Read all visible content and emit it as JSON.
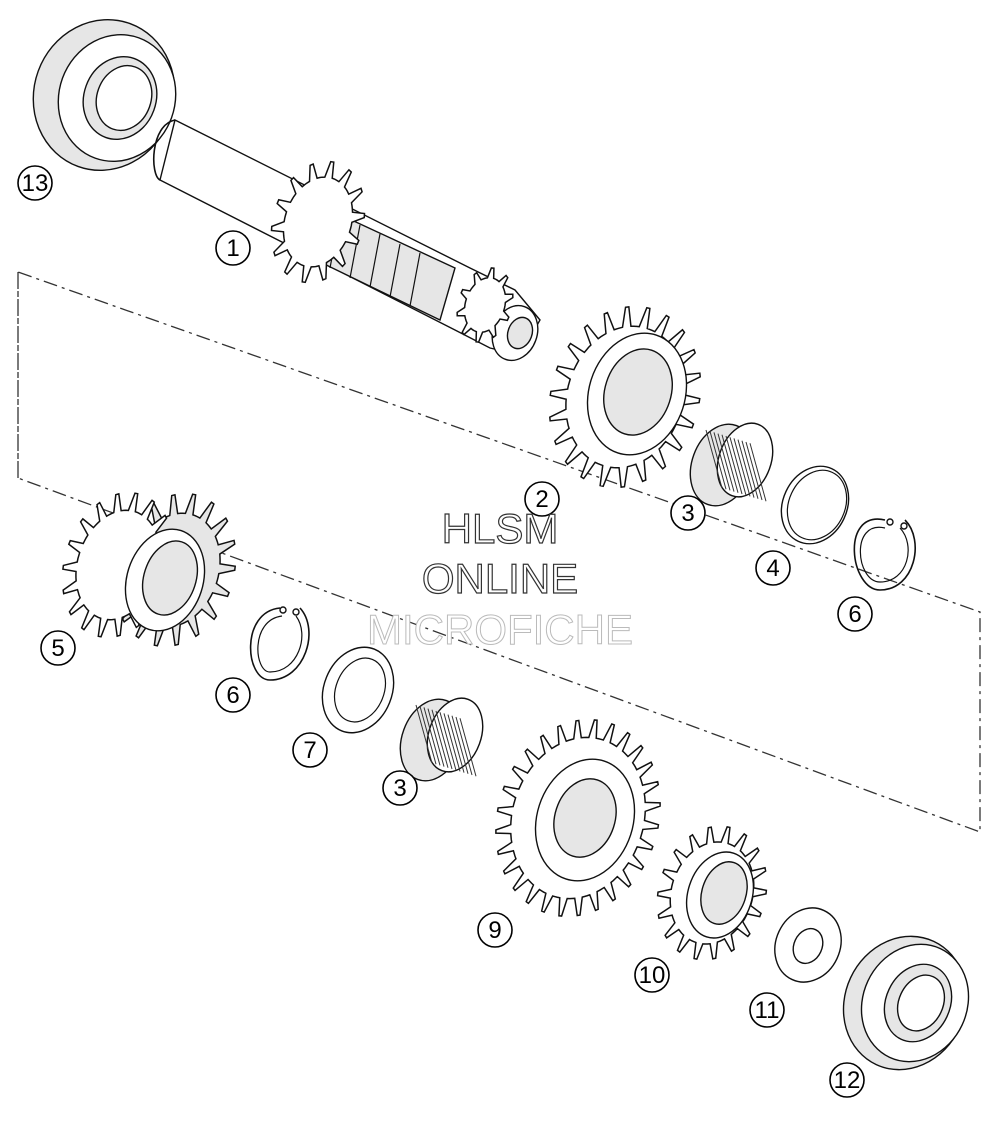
{
  "callouts": [
    {
      "id": "c1",
      "label": "1"
    },
    {
      "id": "c2",
      "label": "2"
    },
    {
      "id": "c3a",
      "label": "3"
    },
    {
      "id": "c3b",
      "label": "3"
    },
    {
      "id": "c4",
      "label": "4"
    },
    {
      "id": "c5",
      "label": "5"
    },
    {
      "id": "c6a",
      "label": "6"
    },
    {
      "id": "c6b",
      "label": "6"
    },
    {
      "id": "c7",
      "label": "7"
    },
    {
      "id": "c9",
      "label": "9"
    },
    {
      "id": "c10",
      "label": "10"
    },
    {
      "id": "c11",
      "label": "11"
    },
    {
      "id": "c12",
      "label": "12"
    },
    {
      "id": "c13",
      "label": "13"
    }
  ],
  "watermark": {
    "line1": "HLSM",
    "line2": "ONLINE",
    "line3": "MICROFICHE"
  }
}
